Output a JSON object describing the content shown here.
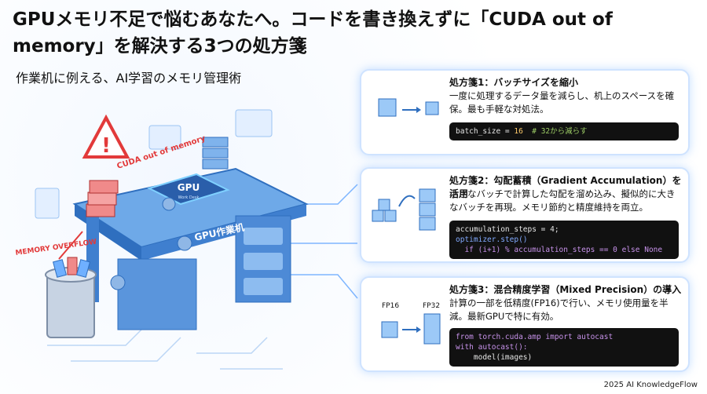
{
  "title": "GPUメモリ不足で悩むあなたへ。コードを書き換えずに「CUDA out of memory」を解決する3つの処方箋",
  "subtitle": "作業机に例える、AI学習のメモリ管理術",
  "illustration": {
    "warning_text": "CUDA out of memory",
    "overflow_text": "MEMORY OVERFLOW",
    "gpu_label": "GPU",
    "gpu_sublabel": "Work Desk",
    "desk_label": "GPU作業机"
  },
  "cards": [
    {
      "heading": "処方箋1：バッチサイズを縮小",
      "body": "一度に処理するデータ量を減らし、机上のスペースを確保。最も手軽な対処法。",
      "code": [
        {
          "a": "batch_size = ",
          "b": "16",
          "c": "  # 32から減らす"
        }
      ]
    },
    {
      "heading": "処方箋2：勾配蓄積（Gradient Accumulation）を活用",
      "body": "小さなバッチで計算した勾配を溜め込み、擬似的に大きなバッチを再現。メモリ節約と精度維持を両立。",
      "code_lines": [
        "accumulation_steps = 4;",
        "optimizer.step()",
        "  if (i+1) % accumulation_steps == 0 else None"
      ]
    },
    {
      "heading": "処方箋3：混合精度学習（Mixed Precision）の導入",
      "body": "計算の一部を低精度(FP16)で行い、メモリ使用量を半減。最新GPUで特に有効。",
      "fp16": "FP16",
      "fp32": "FP32",
      "code_lines": [
        "from torch.cuda.amp import autocast",
        "with autocast():",
        "    model(images)"
      ]
    }
  ],
  "footer": "2025 AI KnowledgeFlow",
  "colors": {
    "accent": "#2f7fd8",
    "card_border": "#cfe3ff",
    "warning": "#e23a3a"
  }
}
